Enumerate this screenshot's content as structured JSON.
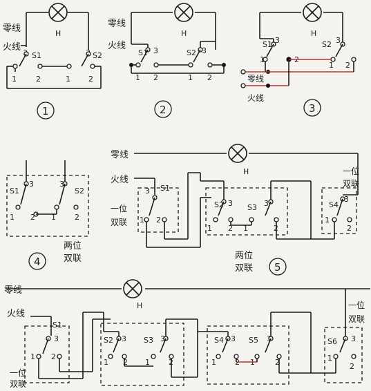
{
  "labels": {
    "neutral": "零线",
    "live": "火线",
    "hot": "H",
    "t1": "1",
    "t2": "2",
    "t3": "3",
    "s1": "S1",
    "s2": "S2",
    "s3": "S3",
    "s4": "S4",
    "s5": "S5",
    "s6": "S6",
    "single_gang_1": "一位",
    "single_gang_2": "双联",
    "double_gang_1": "两位",
    "double_gang_2": "双联"
  },
  "panels": {
    "p1": "1",
    "p2": "2",
    "p3": "3",
    "p4": "4",
    "p5": "5"
  }
}
